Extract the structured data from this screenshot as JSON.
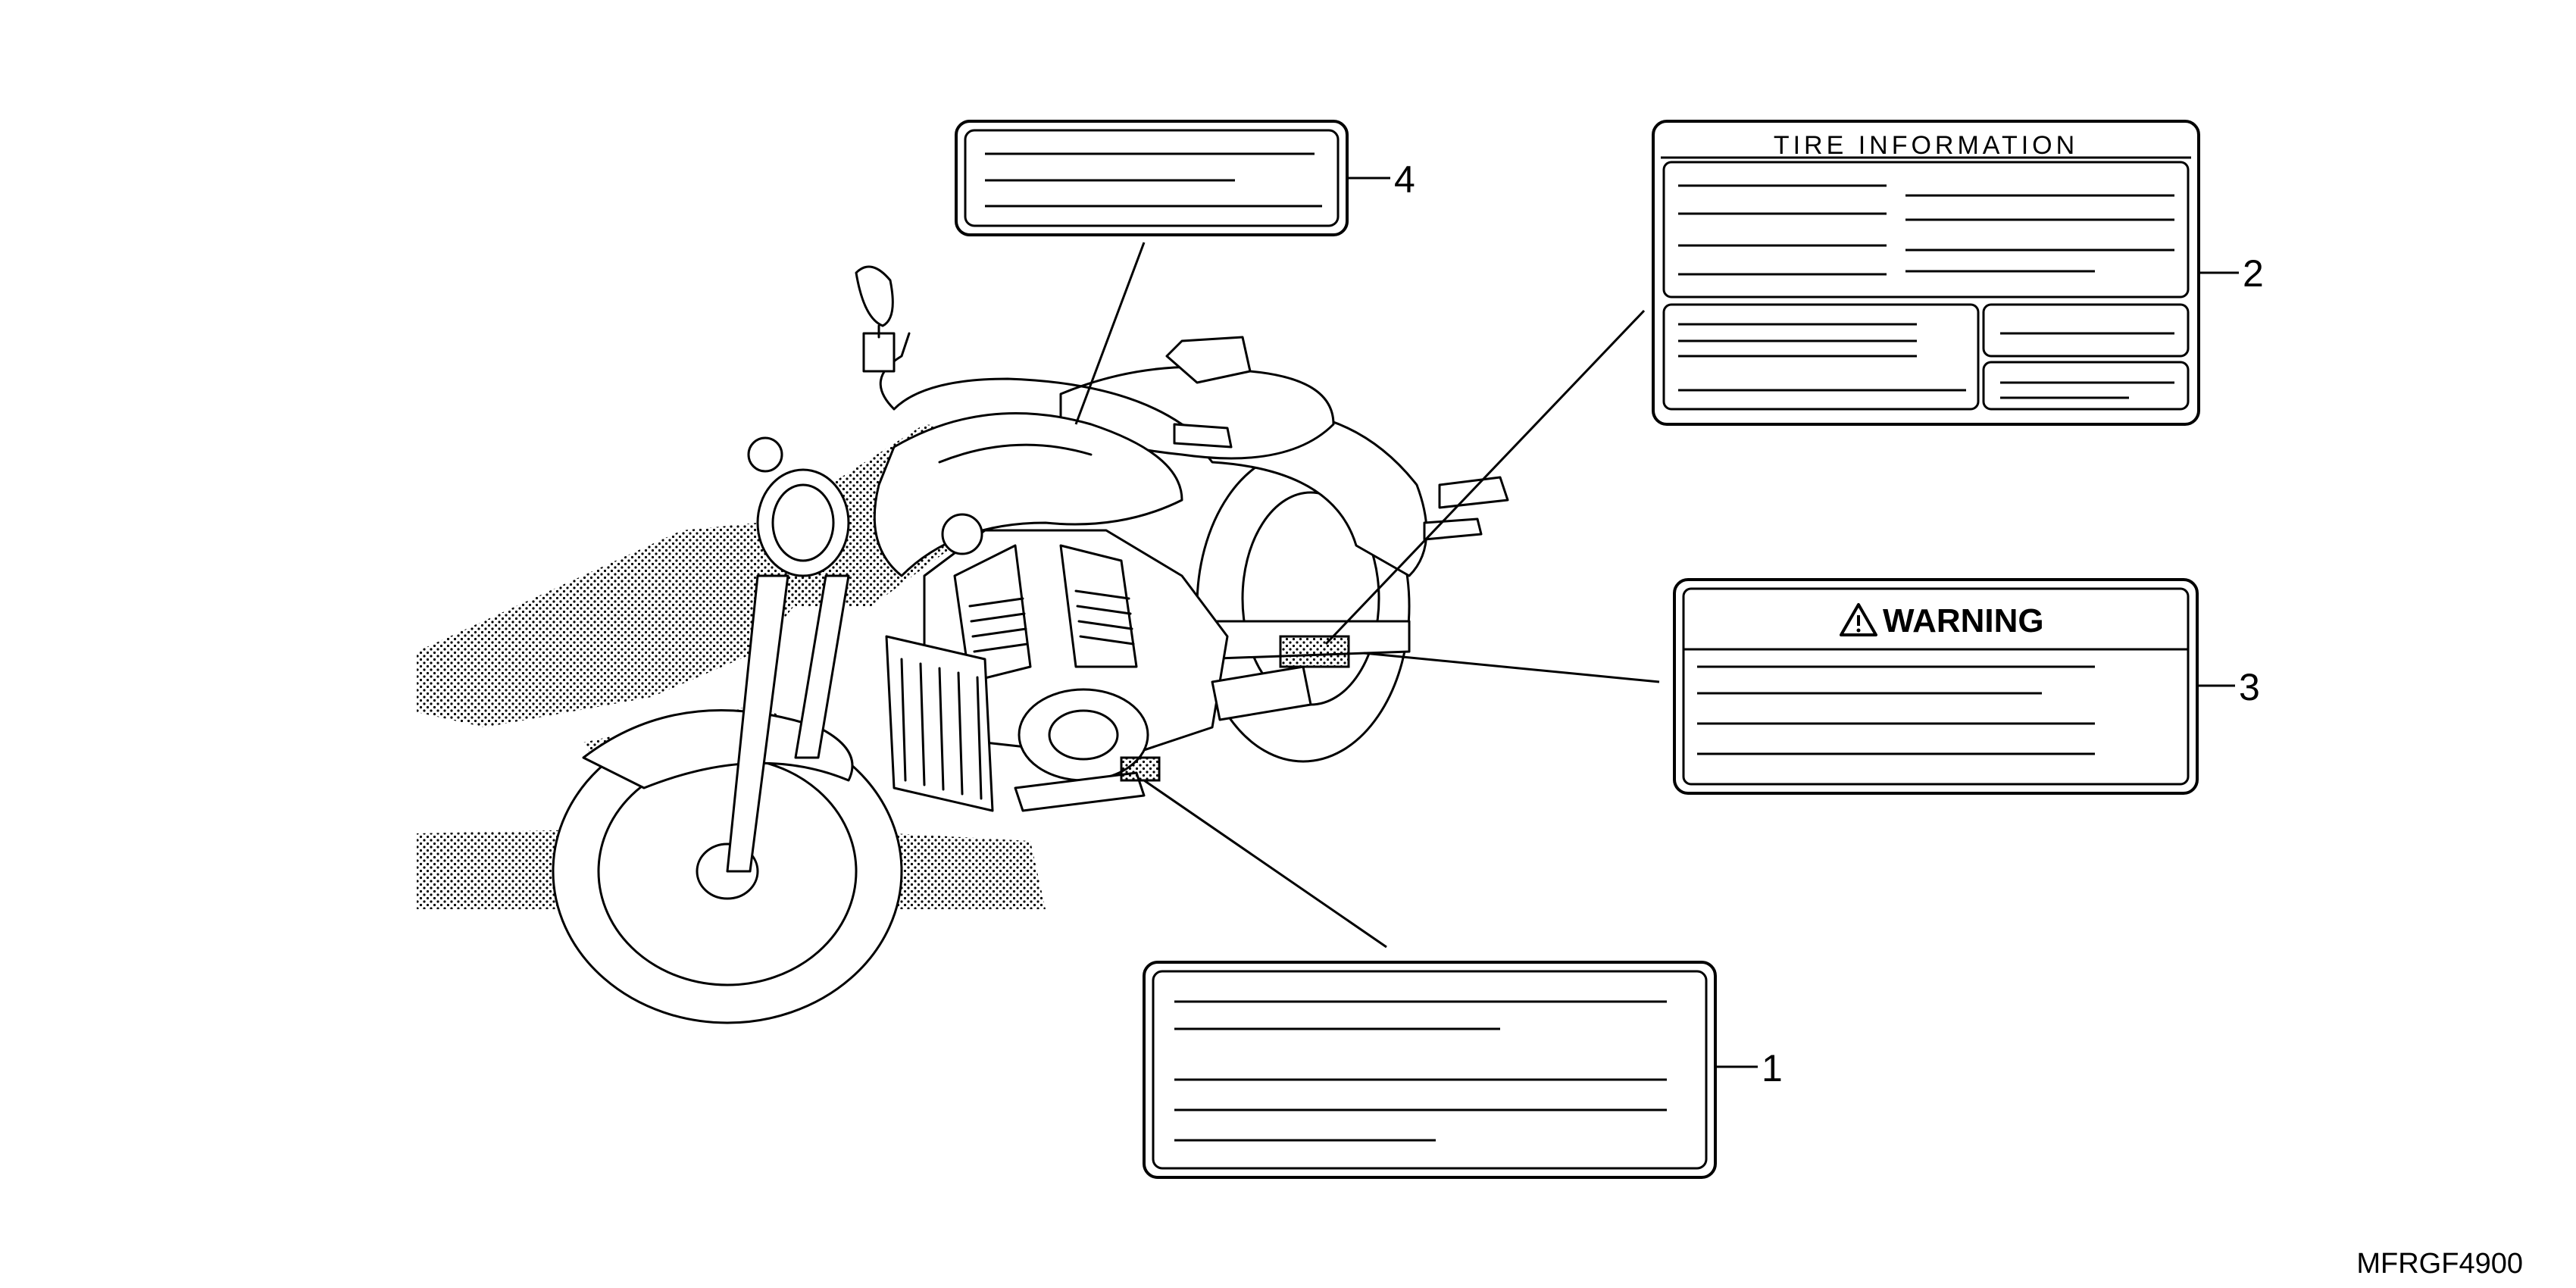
{
  "callouts": {
    "c1": "1",
    "c2": "2",
    "c3": "3",
    "c4": "4"
  },
  "labels": {
    "tire_title": "TIRE INFORMATION",
    "warning_title": "WARNING"
  },
  "diagram_code": "MFRGF4900",
  "icons": {
    "warning_symbol": "warning-triangle-icon",
    "motorcycle": "motorcycle-illustration"
  }
}
